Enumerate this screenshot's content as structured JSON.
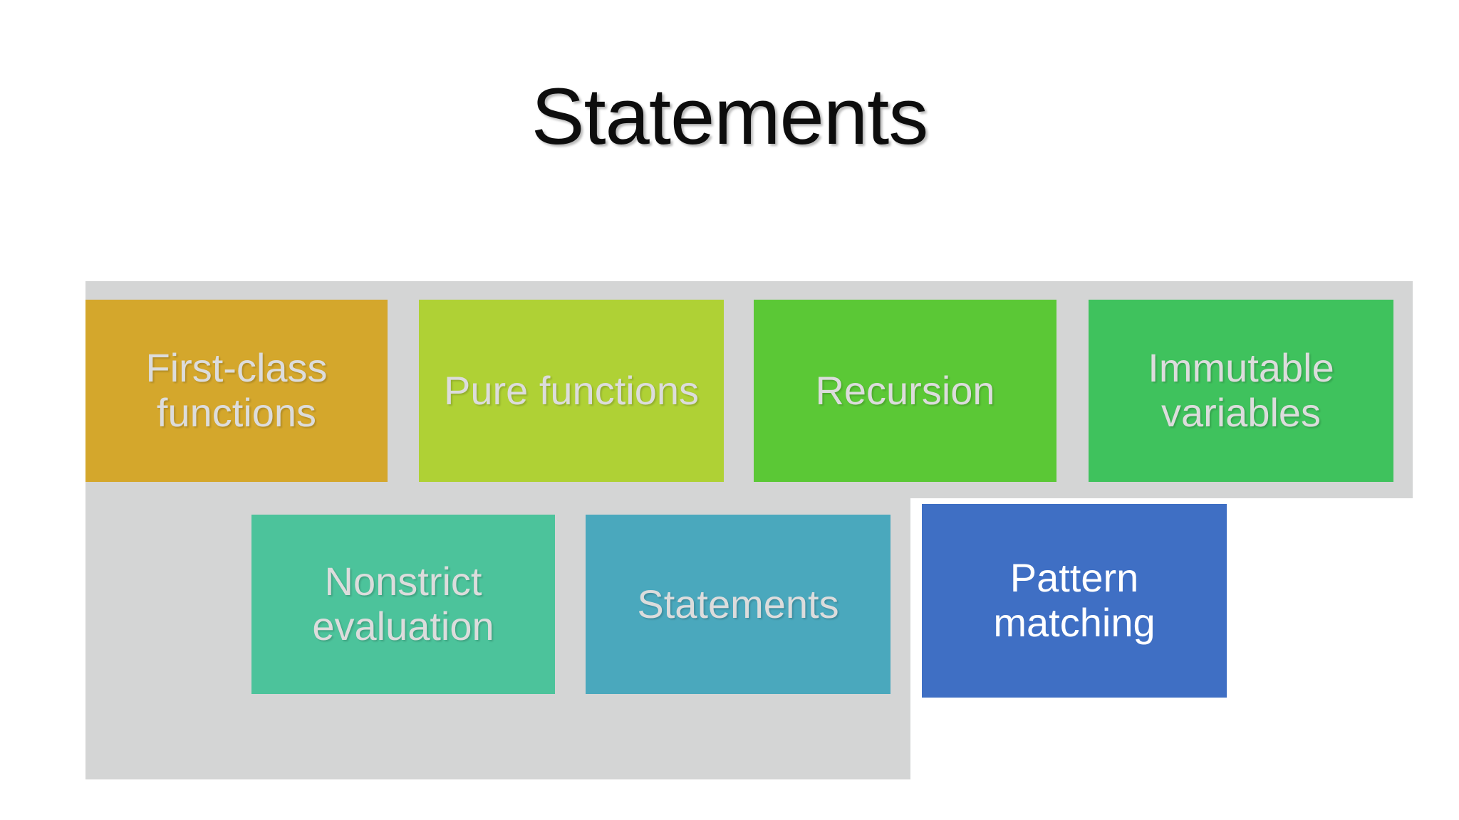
{
  "slide": {
    "title": "Statements",
    "background_color": "#ffffff",
    "panel_color": "#d4d5d5"
  },
  "diagram": {
    "type": "process-chevron-grid",
    "rows": [
      {
        "name": "row-1",
        "items": [
          {
            "label": "First-class functions",
            "color": "#d4a72c",
            "text_color": "#dcdcdc",
            "highlighted": false
          },
          {
            "label": "Pure functions",
            "color": "#afd135",
            "text_color": "#dcdcdc",
            "highlighted": false
          },
          {
            "label": "Recursion",
            "color": "#5bc836",
            "text_color": "#dcdcdc",
            "highlighted": false
          },
          {
            "label": "Immutable variables",
            "color": "#3fc25d",
            "text_color": "#dcdcdc",
            "highlighted": false
          }
        ]
      },
      {
        "name": "row-2",
        "items": [
          {
            "label": "Nonstrict evaluation",
            "color": "#4cc39b",
            "text_color": "#dcdcdc",
            "highlighted": false
          },
          {
            "label": "Statements",
            "color": "#4aa8bd",
            "text_color": "#dcdcdc",
            "highlighted": false
          },
          {
            "label": "Pattern matching",
            "color": "#3f6fc4",
            "text_color": "#ffffff",
            "highlighted": true
          }
        ]
      }
    ]
  }
}
